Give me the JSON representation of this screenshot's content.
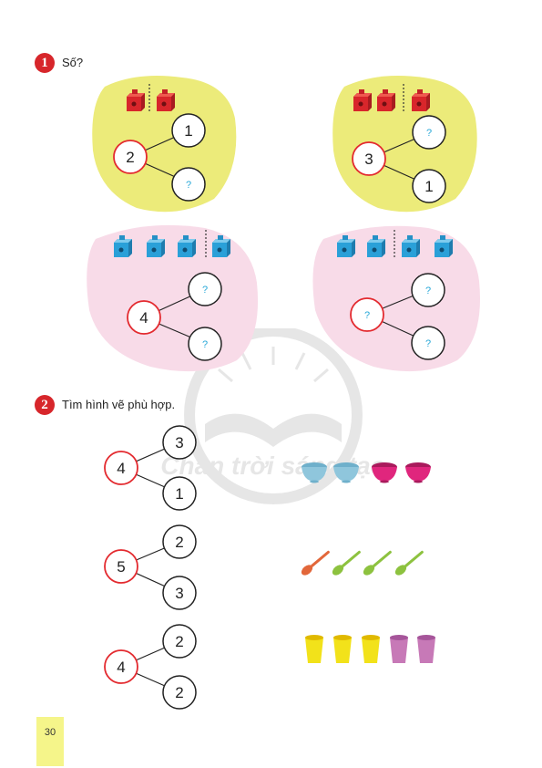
{
  "colors": {
    "badge": "#d7262b",
    "yellow_blob": "#eceb7a",
    "pink_blob": "#f8dbe8",
    "red_circle": "#e32a2f",
    "question_mark": "#29a8d8",
    "red_cube": "#d8262b",
    "blue_cube": "#2aa0d8",
    "page_tab": "#f5f58a"
  },
  "exercise1": {
    "number": "1",
    "title": "Số?",
    "diagrams": [
      {
        "cubes": "red",
        "cube_count": 2,
        "divider_after": 1,
        "whole": "2",
        "top": "1",
        "bottom": "?"
      },
      {
        "cubes": "red",
        "cube_count": 3,
        "divider_after": 2,
        "whole": "3",
        "top": "?",
        "bottom": "1"
      },
      {
        "cubes": "blue",
        "cube_count": 4,
        "divider_after": 3,
        "whole": "4",
        "top": "?",
        "bottom": "?"
      },
      {
        "cubes": "blue",
        "cube_count": 4,
        "divider_after": 2,
        "whole": "?",
        "top": "?",
        "bottom": "?"
      }
    ]
  },
  "exercise2": {
    "number": "2",
    "title": "Tìm hình vẽ phù hợp.",
    "bonds": [
      {
        "whole": "4",
        "top": "3",
        "bottom": "1"
      },
      {
        "whole": "5",
        "top": "2",
        "bottom": "3"
      },
      {
        "whole": "4",
        "top": "2",
        "bottom": "2"
      }
    ],
    "pictures": [
      {
        "icon": "bowl-icon",
        "colors": [
          "#8fc6dc",
          "#8fc6dc",
          "#e0267d",
          "#e0267d"
        ]
      },
      {
        "icon": "spoon-icon",
        "colors": [
          "#e2673a",
          "#8dc23f",
          "#8dc23f",
          "#8dc23f"
        ]
      },
      {
        "icon": "cup-icon",
        "colors": [
          "#f2e21a",
          "#f2e21a",
          "#f2e21a",
          "#c779b7",
          "#c779b7"
        ]
      }
    ]
  },
  "watermark": {
    "text": "Chân trời sáng tạo"
  },
  "page": {
    "number": "30"
  }
}
